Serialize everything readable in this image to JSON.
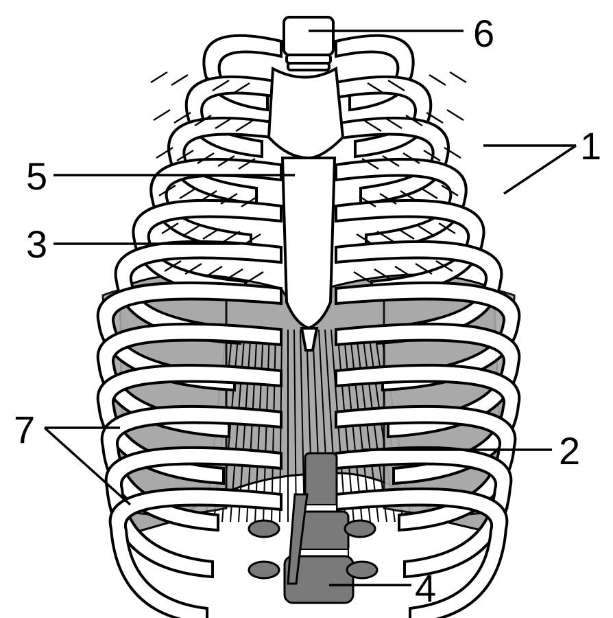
{
  "labels": {
    "l1": "1",
    "l2": "2",
    "l3": "3",
    "l4": "4",
    "l5": "5",
    "l6": "6",
    "l7": "7"
  },
  "colors": {
    "bone": "#ffffff",
    "outline": "#000000",
    "muscle": "#a9a9a9",
    "vertebra": "#7a7a7a"
  }
}
